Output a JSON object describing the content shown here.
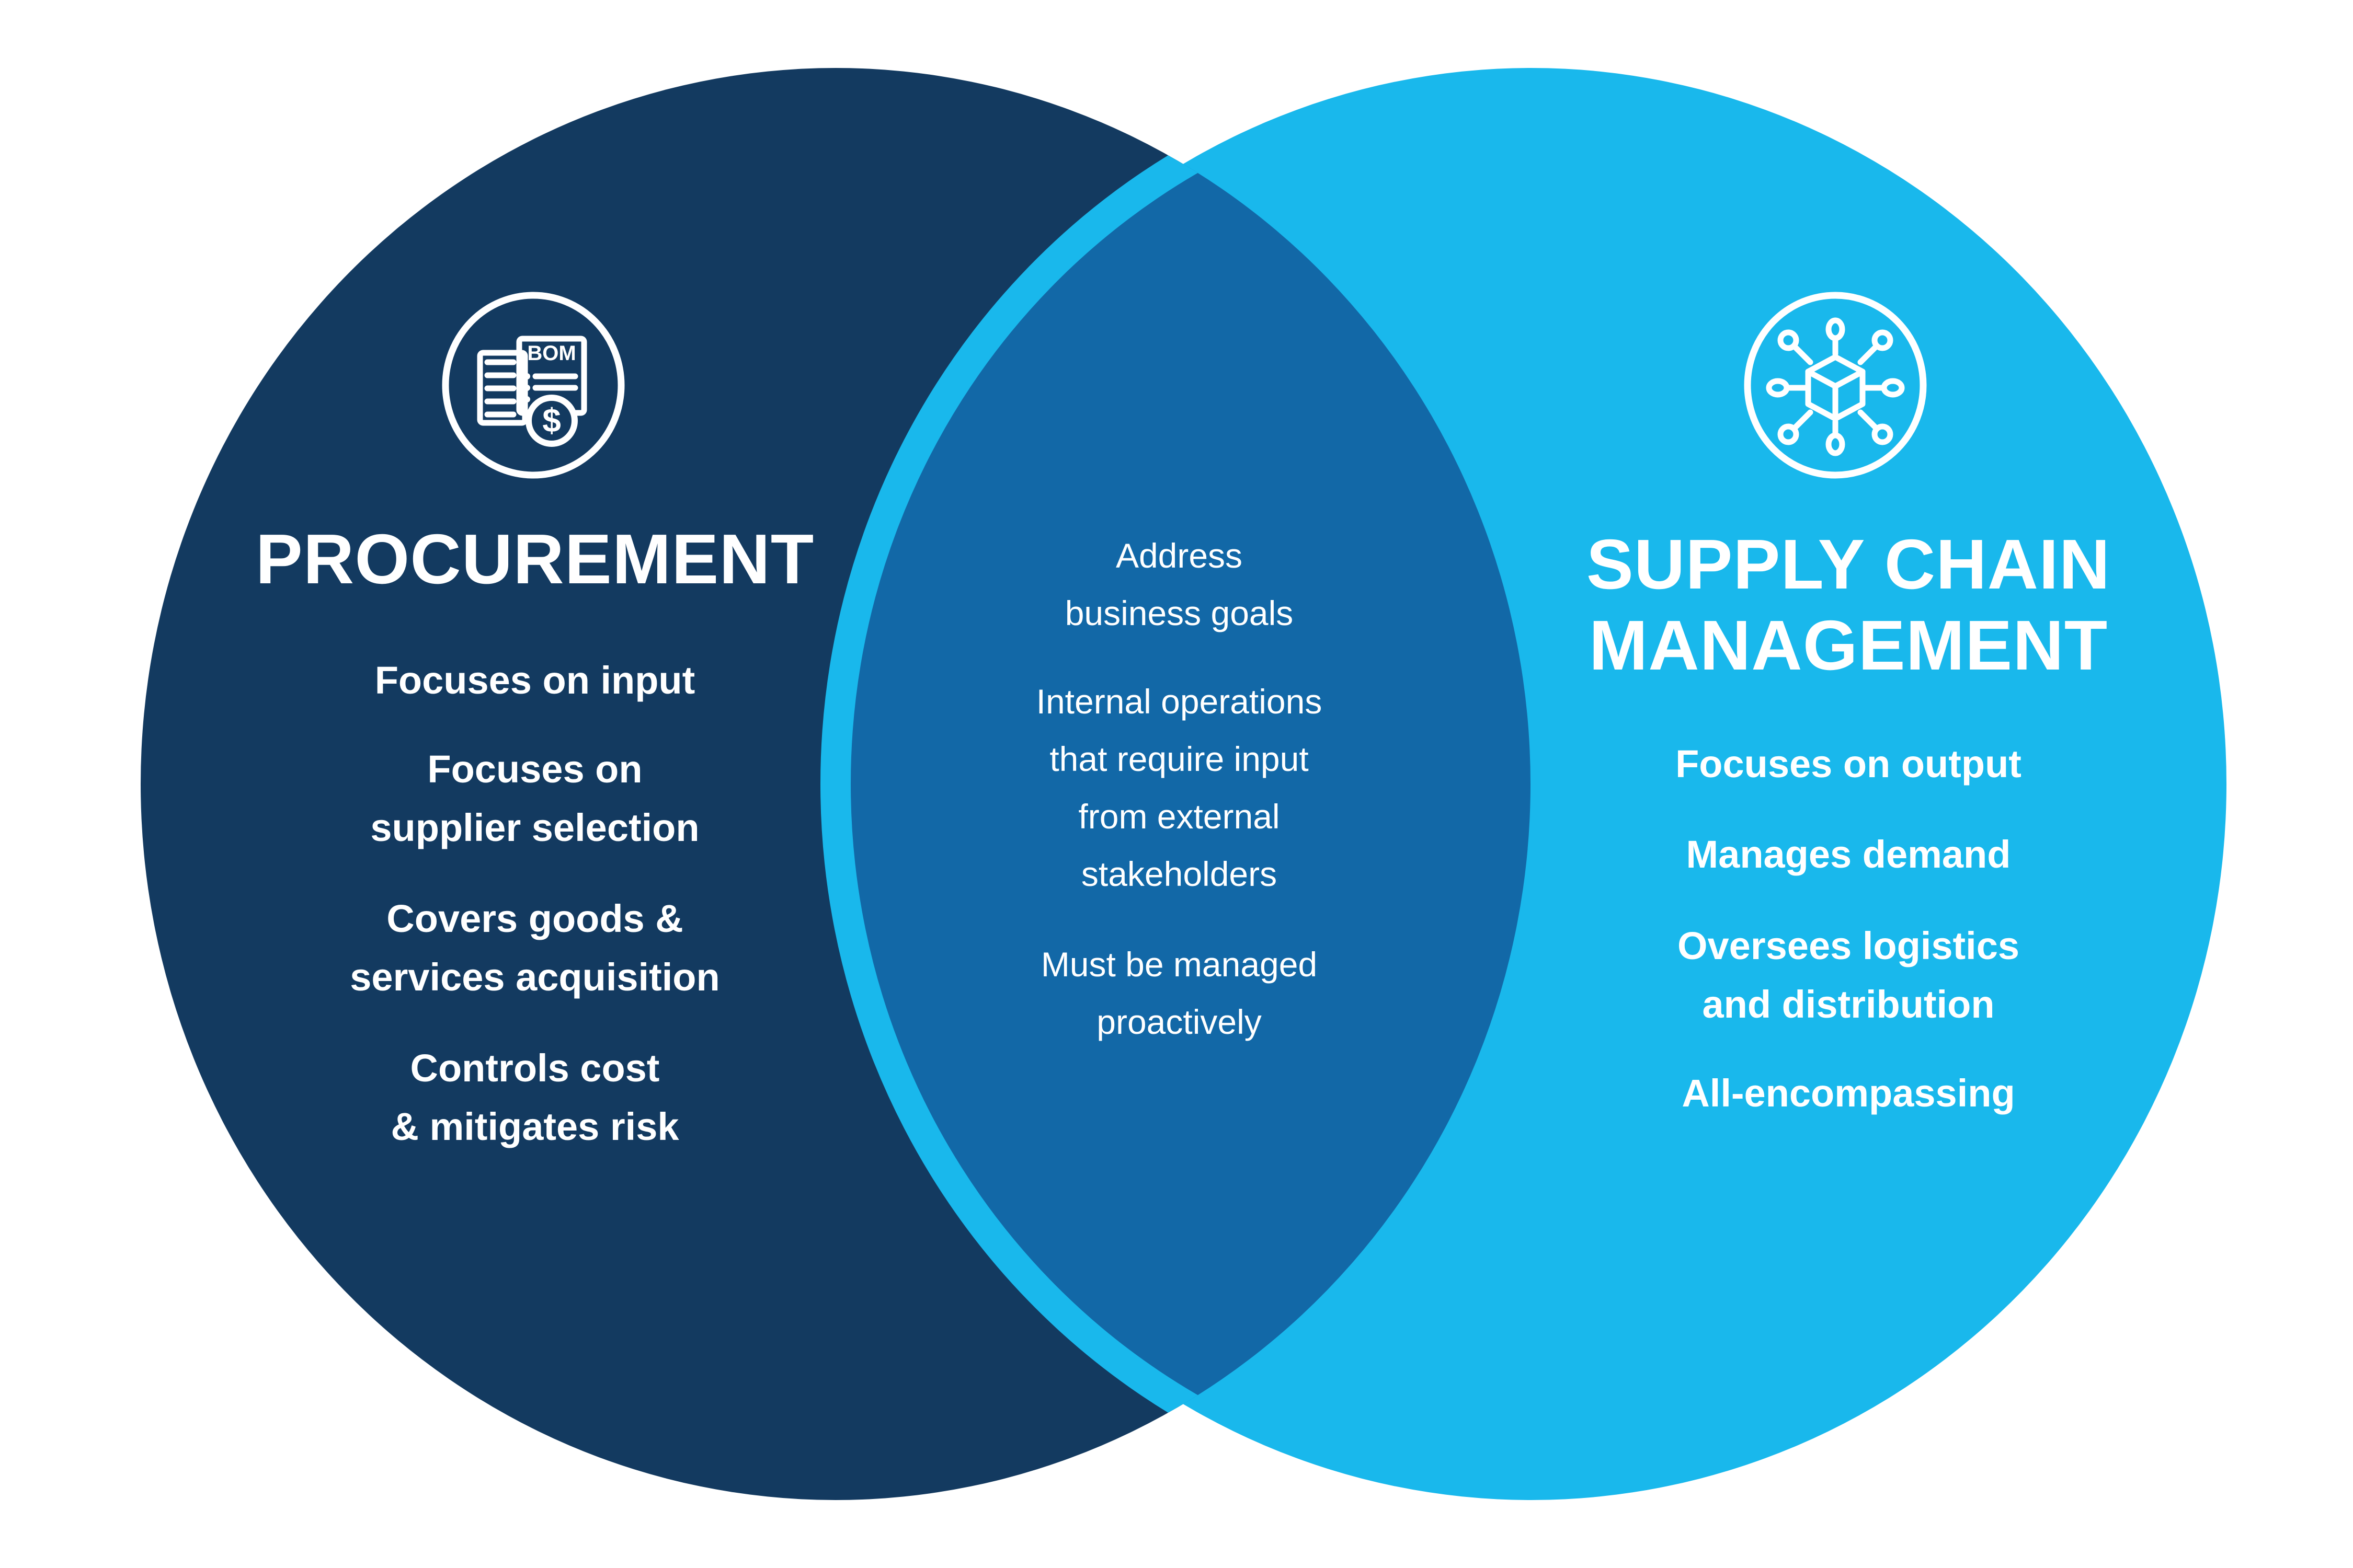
{
  "colors": {
    "navy": "#133A60",
    "cyan": "#19B8EC",
    "medium": "#1268A7",
    "text": "#FFFFFF",
    "background": "#FFFFFF"
  },
  "left": {
    "title": "PROCUREMENT",
    "icon": "bom-invoice-icon",
    "icon_text": "BOM",
    "icon_currency": "$",
    "items": [
      [
        "Focuses on input"
      ],
      [
        "Focuses on",
        "supplier selection"
      ],
      [
        "Covers goods &",
        "services acquisition"
      ],
      [
        "Controls cost",
        "& mitigates risk"
      ]
    ]
  },
  "overlap": {
    "items": [
      [
        "Address",
        "business goals"
      ],
      [
        "Internal operations",
        "that require input",
        "from external",
        "stakeholders"
      ],
      [
        "Must be managed",
        "proactively"
      ]
    ]
  },
  "right": {
    "title_lines": [
      "SUPPLY CHAIN",
      "MANAGEMENT"
    ],
    "icon": "cube-network-icon",
    "items": [
      [
        "Focuses on output"
      ],
      [
        "Manages demand"
      ],
      [
        "Oversees logistics",
        "and distribution"
      ],
      [
        "All-encompassing"
      ]
    ]
  }
}
